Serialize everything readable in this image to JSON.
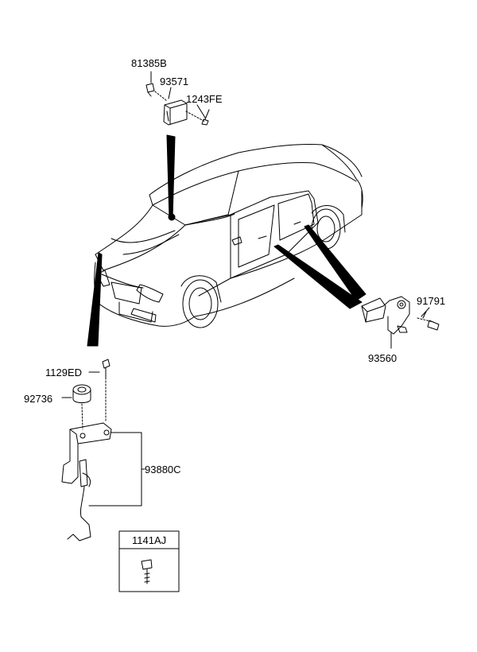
{
  "diagram": {
    "part_labels": {
      "p81385B": "81385B",
      "p93571": "93571",
      "p1243FE": "1243FE",
      "p91791": "91791",
      "p93560": "93560",
      "p1129ED": "1129ED",
      "p92736": "92736",
      "p93880C": "93880C",
      "p1141AJ": "1141AJ"
    }
  }
}
